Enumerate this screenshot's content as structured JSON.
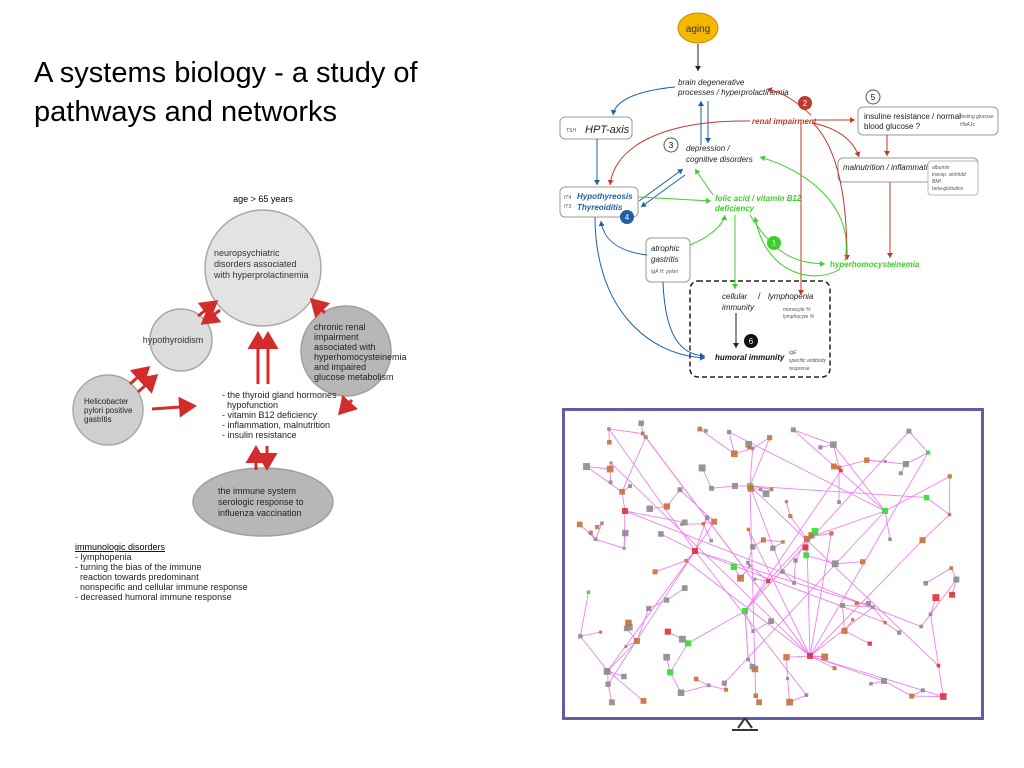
{
  "slide": {
    "title_line1": "A systems biology - a study of",
    "title_line2": "pathways and networks"
  },
  "left_diagram": {
    "age_label": "age > 65 years",
    "neuro_lines": [
      "neuropsychiatric",
      "disorders associated",
      "with hyperprolactinemia"
    ],
    "hypothyroidism": "hypothyroidism",
    "renal_lines": [
      "chronic renal",
      "impairment",
      "associated with",
      "hyperhomocysteinemia",
      "and impaired",
      "glucose metabolism"
    ],
    "helico_lines": [
      "Helicobacter",
      "pylori positive",
      "gastritis"
    ],
    "center_lines": [
      "- the thyroid gland hormones",
      "  hypofunction",
      "- vitamin B12 deficiency",
      "- inflammation, malnutrition",
      "- insulin resistance"
    ],
    "immune_lines": [
      "the immune system",
      "serologic response to",
      "influenza vaccination"
    ],
    "immuno_title": "immunologic disorders",
    "immuno_lines": [
      "- lymphopenia",
      "- turning the bias of the immune",
      "  reaction towards predominant",
      "  nonspecific and cellular immune response",
      "- decreased humoral immune response"
    ],
    "colors": {
      "arrow": "#d42b2b",
      "circle_light": "#e3e3e3",
      "circle_dark": "#b7b7b7",
      "stroke": "#a8a8a8"
    }
  },
  "right_diagram": {
    "aging": "aging",
    "brain_lines": [
      "brain degenerative",
      "processes / hyperprolactinemia"
    ],
    "hpt_tsh": "TSH",
    "hpt_axis": "HPT-axis",
    "renal": "renal impairment",
    "insulin_lines": [
      "insuline resistance / normal",
      "blood glucose ?"
    ],
    "insulin_side": [
      "fasting glucose",
      "HbA1c"
    ],
    "depression_lines": [
      "depression /",
      "cognitive disorders"
    ],
    "malnutrition": "malnutrition / inflammation",
    "malnut_side": [
      "albumin",
      "transp. skinfold",
      "BMI",
      "beta-globulins"
    ],
    "hypo_side": [
      "fT4",
      "fT3"
    ],
    "hypo_lines": [
      "Hypothyreosis",
      "Thyreoiditis"
    ],
    "folic_lines": [
      "folic acid / vitamin B12",
      "deficiency"
    ],
    "atrophic_lines": [
      "atrophic",
      "gastritis",
      "IgA H. pylori"
    ],
    "hyperhomo": "hyperhomocysteinemia",
    "cellular_lines": [
      "cellular",
      "immunity"
    ],
    "lymphopenia": "lymphopenia",
    "lympho_side": [
      "monocyte %",
      "lymphocyte %"
    ],
    "humoral": "humoral immunity",
    "humoral_side": [
      "IgE",
      "specific antibody",
      "response"
    ],
    "numbers": [
      "1",
      "2",
      "3",
      "4",
      "5",
      "6"
    ],
    "colors": {
      "aging": "#f5b800",
      "red": "#c0392b",
      "blue": "#1f5fa6",
      "green": "#3ccf2a",
      "dark": "#222222"
    }
  },
  "network": {
    "colors": {
      "frame": "#5f5fa8",
      "edge": "#ee82ee",
      "node_gray": "#8c8c8c",
      "node_orange": "#c7703a",
      "node_red": "#e0303a",
      "node_green": "#33dd33"
    }
  }
}
